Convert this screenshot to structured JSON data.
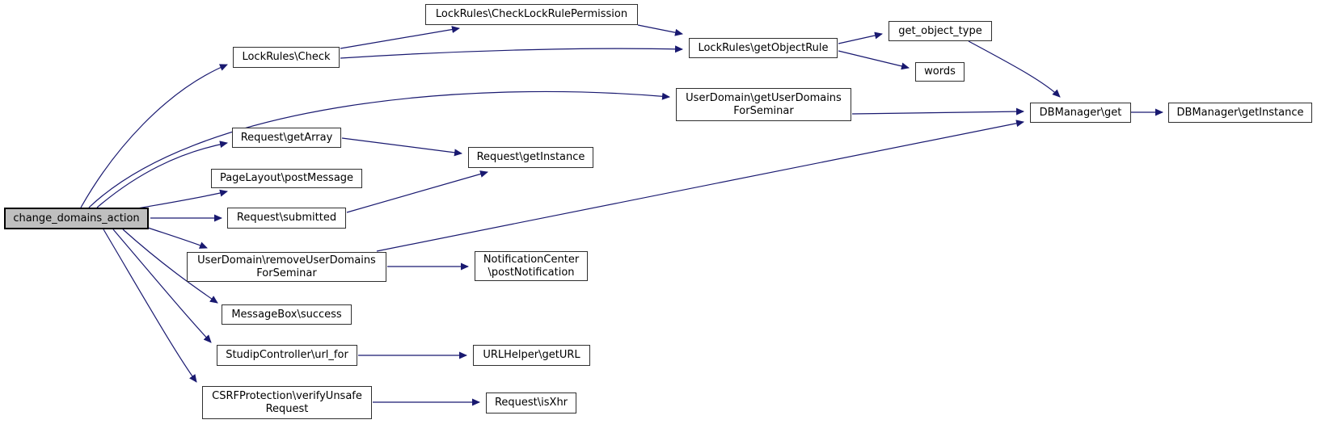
{
  "diagram": {
    "type": "doxygen-call-graph",
    "root_id": "change_domains_action",
    "colors": {
      "edge": "#191970",
      "node_border": "#2f2f2f",
      "node_fill": "#ffffff",
      "root_fill": "#bfbfbf",
      "text": "#000000",
      "background": "#ffffff"
    },
    "nodes": [
      {
        "id": "change_domains_action",
        "label": "change_domains_action"
      },
      {
        "id": "lockrules_check",
        "label": "LockRules\\Check"
      },
      {
        "id": "lockrules_checklockrulepermission",
        "label": "LockRules\\CheckLockRulePermission"
      },
      {
        "id": "lockrules_getobjectrule",
        "label": "LockRules\\getObjectRule"
      },
      {
        "id": "get_object_type",
        "label": "get_object_type"
      },
      {
        "id": "words",
        "label": "words"
      },
      {
        "id": "userdomain_getuserdomainsforseminar",
        "label": "UserDomain\\getUserDomains\nForSeminar"
      },
      {
        "id": "dbmanager_get",
        "label": "DBManager\\get"
      },
      {
        "id": "dbmanager_getinstance",
        "label": "DBManager\\getInstance"
      },
      {
        "id": "request_getarray",
        "label": "Request\\getArray"
      },
      {
        "id": "request_getinstance",
        "label": "Request\\getInstance"
      },
      {
        "id": "pagelayout_postmessage",
        "label": "PageLayout\\postMessage"
      },
      {
        "id": "request_submitted",
        "label": "Request\\submitted"
      },
      {
        "id": "userdomain_removeuserdomainsforseminar",
        "label": "UserDomain\\removeUserDomains\nForSeminar"
      },
      {
        "id": "notificationcenter_postnotification",
        "label": "NotificationCenter\n\\postNotification"
      },
      {
        "id": "messagebox_success",
        "label": "MessageBox\\success"
      },
      {
        "id": "studipcontroller_url_for",
        "label": "StudipController\\url_for"
      },
      {
        "id": "urlhelper_geturl",
        "label": "URLHelper\\getURL"
      },
      {
        "id": "csrfprotection_verifyunsaferequest",
        "label": "CSRFProtection\\verifyUnsafe\nRequest"
      },
      {
        "id": "request_isxhr",
        "label": "Request\\isXhr"
      }
    ],
    "edges": [
      {
        "from": "change_domains_action",
        "to": "lockrules_check"
      },
      {
        "from": "change_domains_action",
        "to": "userdomain_getuserdomainsforseminar"
      },
      {
        "from": "change_domains_action",
        "to": "request_getarray"
      },
      {
        "from": "change_domains_action",
        "to": "pagelayout_postmessage"
      },
      {
        "from": "change_domains_action",
        "to": "request_submitted"
      },
      {
        "from": "change_domains_action",
        "to": "userdomain_removeuserdomainsforseminar"
      },
      {
        "from": "change_domains_action",
        "to": "messagebox_success"
      },
      {
        "from": "change_domains_action",
        "to": "studipcontroller_url_for"
      },
      {
        "from": "change_domains_action",
        "to": "csrfprotection_verifyunsaferequest"
      },
      {
        "from": "lockrules_check",
        "to": "lockrules_checklockrulepermission"
      },
      {
        "from": "lockrules_check",
        "to": "lockrules_getobjectrule"
      },
      {
        "from": "lockrules_checklockrulepermission",
        "to": "lockrules_getobjectrule"
      },
      {
        "from": "lockrules_getobjectrule",
        "to": "get_object_type"
      },
      {
        "from": "lockrules_getobjectrule",
        "to": "words"
      },
      {
        "from": "get_object_type",
        "to": "dbmanager_get"
      },
      {
        "from": "userdomain_getuserdomainsforseminar",
        "to": "dbmanager_get"
      },
      {
        "from": "userdomain_removeuserdomainsforseminar",
        "to": "dbmanager_get"
      },
      {
        "from": "dbmanager_get",
        "to": "dbmanager_getinstance"
      },
      {
        "from": "request_getarray",
        "to": "request_getinstance"
      },
      {
        "from": "request_submitted",
        "to": "request_getinstance"
      },
      {
        "from": "userdomain_removeuserdomainsforseminar",
        "to": "notificationcenter_postnotification"
      },
      {
        "from": "studipcontroller_url_for",
        "to": "urlhelper_geturl"
      },
      {
        "from": "csrfprotection_verifyunsaferequest",
        "to": "request_isxhr"
      }
    ]
  }
}
